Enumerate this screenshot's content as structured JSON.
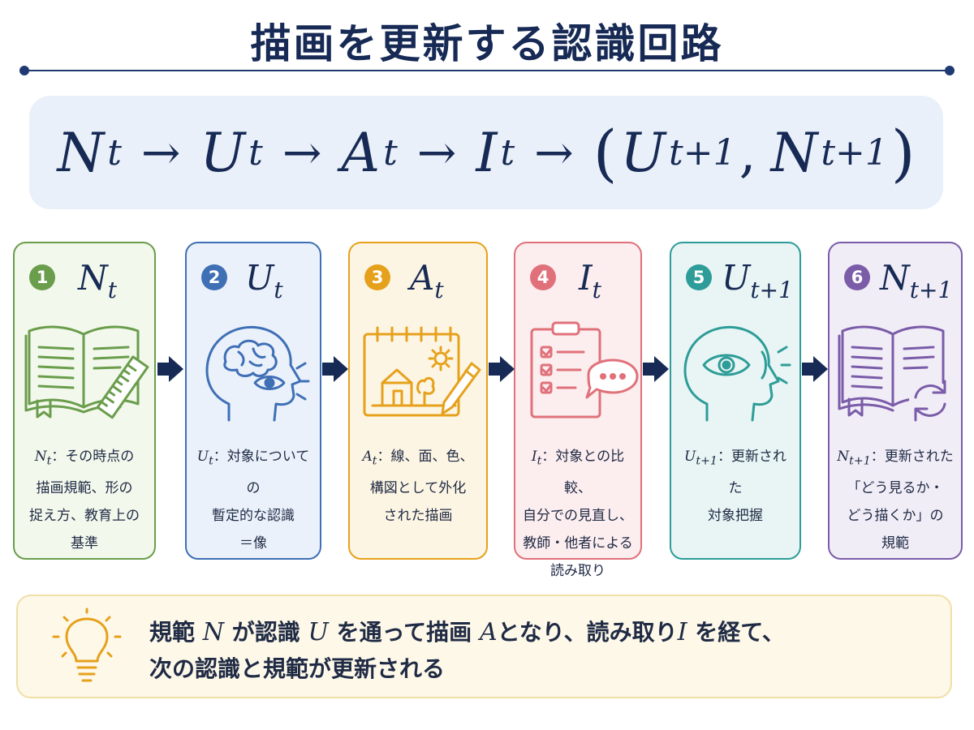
{
  "title": "描画を更新する認識回路",
  "formula": {
    "n_t": "N",
    "u_t": "U",
    "a_t": "A",
    "i_t": "I",
    "sub_t": "t",
    "sub_t1": "t+1",
    "arrow": "→",
    "open_paren": "(",
    "comma": ",",
    "close_paren": ")"
  },
  "steps": [
    {
      "num": "1",
      "sym": "N",
      "sub": "t",
      "lbl": "N",
      "lbl_sub": "t",
      "desc_1": "：その時点の",
      "desc_2": "描画規範、形の",
      "desc_3": "捉え方、教育上の",
      "desc_4": "基準",
      "color": "#6a9d4c",
      "bg": "#f3f8ec",
      "icon": "book-ruler-icon"
    },
    {
      "num": "2",
      "sym": "U",
      "sub": "t",
      "lbl": "U",
      "lbl_sub": "t",
      "desc_1": "：対象についての",
      "desc_2": "暫定的な認識",
      "desc_3": "＝像",
      "color": "#3f6fb5",
      "bg": "#eaf1fa",
      "icon": "head-brain-eye-icon"
    },
    {
      "num": "3",
      "sym": "A",
      "sub": "t",
      "lbl": "A",
      "lbl_sub": "t",
      "desc_1": "：線、面、色、",
      "desc_2": "構図として外化",
      "desc_3": "された描画",
      "color": "#e6a11c",
      "bg": "#fdf5e3",
      "icon": "sketchpad-pencil-icon"
    },
    {
      "num": "4",
      "sym": "I",
      "sub": "t",
      "lbl": "I",
      "lbl_sub": "t",
      "desc_1": "：対象との比較、",
      "desc_2": "自分での見直し、",
      "desc_3": "教師・他者による",
      "desc_4": "読み取り",
      "color": "#e0717a",
      "bg": "#fcedee",
      "icon": "clipboard-chat-icon"
    },
    {
      "num": "5",
      "sym": "U",
      "sub": "t+1",
      "lbl": "U",
      "lbl_sub": "t+1",
      "desc_1": "：更新された",
      "desc_2": "対象把握",
      "color": "#2e9c98",
      "bg": "#e8f5f4",
      "icon": "head-eye-icon"
    },
    {
      "num": "6",
      "sym": "N",
      "sub": "t+1",
      "lbl": "N",
      "lbl_sub": "t+1",
      "desc_1": "：更新された",
      "desc_2": "「どう見るか・",
      "desc_3": "どう描くか」の",
      "desc_4": "規範",
      "color": "#7a5ca8",
      "bg": "#f1edf7",
      "icon": "book-refresh-icon"
    }
  ],
  "summary": {
    "line1_a": "規範",
    "n": "N",
    "line1_b": "が認識",
    "u": "U",
    "line1_c": "を通って描画",
    "a": "A",
    "line1_d": "となり、読み取り",
    "i": "I",
    "line1_e": "を経て、",
    "line2": "次の認識と規範が更新される",
    "icon": "lightbulb-icon"
  }
}
